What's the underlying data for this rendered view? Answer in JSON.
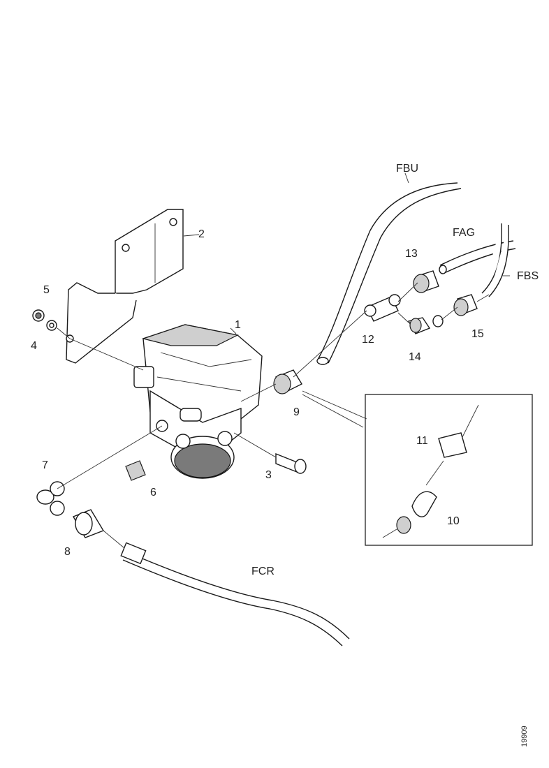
{
  "diagram": {
    "callouts": [
      "1",
      "2",
      "3",
      "4",
      "5",
      "6",
      "7",
      "8",
      "9",
      "10",
      "11",
      "12",
      "13",
      "14",
      "15"
    ],
    "line_codes": [
      "FBU",
      "FAG",
      "FBS",
      "FCR"
    ],
    "reference_number": "19909"
  }
}
